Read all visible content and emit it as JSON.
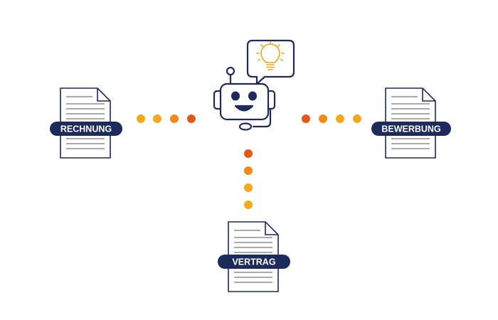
{
  "colors": {
    "navy": "#1c2a5c",
    "dot_orange": "#f08a18",
    "dot_yellow": "#f5a81c",
    "dot_red": "#e05a16",
    "bulb": "#f2a21b"
  },
  "center": {
    "icon": "robot-icon",
    "bubble_icon": "lightbulb-icon"
  },
  "documents": [
    {
      "id": "rechnung",
      "label": "RECHNUNG",
      "icon": "document-icon"
    },
    {
      "id": "bewerbung",
      "label": "BEWERBUNG",
      "icon": "document-icon"
    },
    {
      "id": "vertrag",
      "label": "VERTRAG",
      "icon": "document-icon"
    }
  ]
}
